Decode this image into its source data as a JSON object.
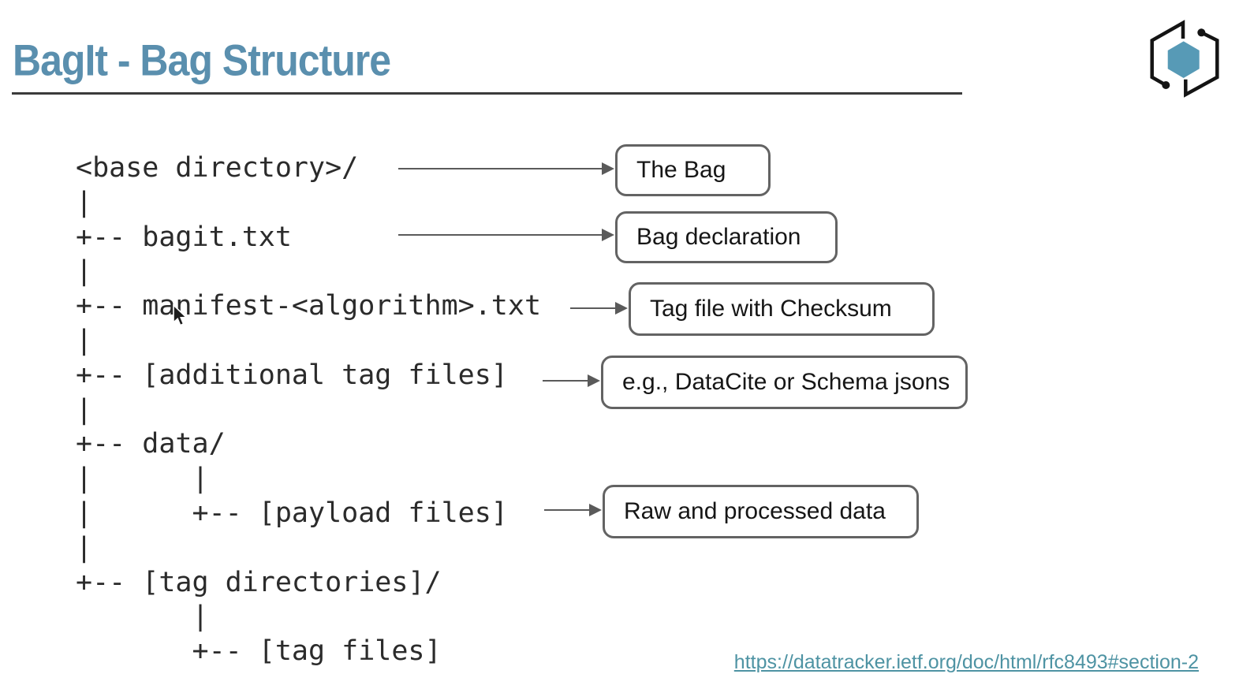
{
  "slide": {
    "title": "BagIt - Bag Structure"
  },
  "logo": {
    "name": "hexagon-circuit-logo",
    "hex_color": "#579ab6"
  },
  "colors": {
    "title-color": "#5a8fae",
    "link-color": "#4e93a3",
    "tree-color": "#2b2b2b",
    "box-border": "#636363",
    "arrow-color": "#5a5a5a",
    "divider": "#3b3b3b",
    "logo-hex": "#579ab6",
    "bg": "#ffffff"
  },
  "tree": {
    "text": "<base directory>/\n|\n+-- bagit.txt\n|\n+-- manifest-<algorithm>.txt\n|\n+-- [additional tag files]\n|\n+-- data/\n|      |\n|      +-- [payload files]\n|\n+-- [tag directories]/\n       |\n       +-- [tag files]"
  },
  "annotations": [
    {
      "label": "The Bag",
      "target": "<base directory>/"
    },
    {
      "label": "Bag declaration",
      "target": "bagit.txt"
    },
    {
      "label": "Tag file with Checksum",
      "target": "manifest-<algorithm>.txt"
    },
    {
      "label": "e.g., DataCite or Schema jsons",
      "target": "[additional tag files]"
    },
    {
      "label": "Raw and processed data",
      "target": "[payload files]"
    }
  ],
  "footer": {
    "link_text": "https://datatracker.ietf.org/doc/html/rfc8493#section-2",
    "link_href": "https://datatracker.ietf.org/doc/html/rfc8493#section-2"
  }
}
